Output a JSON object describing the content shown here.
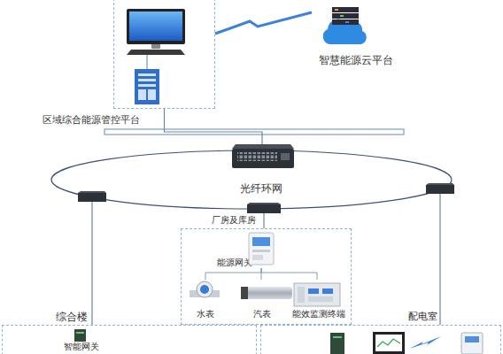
{
  "diagram": {
    "nodes": [
      {
        "text": [
          "区域综合能源管控平台"
        ]
      },
      {
        "text": [
          "智慧能源云平台"
        ]
      },
      {
        "text": [
          "光纤环网"
        ]
      },
      {
        "text": [
          "厂房及库房"
        ]
      },
      {
        "text": [
          "能源网关"
        ],
        "in": 3
      },
      {
        "text": [
          "水表"
        ],
        "in": 3
      },
      {
        "text": [
          "汽表"
        ],
        "in": 3
      },
      {
        "text": [
          "能效监测终端"
        ],
        "in": 3
      },
      {
        "text": [
          "综合楼"
        ]
      },
      {
        "text": [
          "智能网关"
        ],
        "in": 8
      },
      {
        "text": [
          "配电室"
        ]
      }
    ],
    "edges": [
      {
        "from": 0,
        "to": 1,
        "arrow": "none"
      },
      {
        "from": 0,
        "to": 2,
        "arrow": "none"
      },
      {
        "from": 2,
        "to": 3,
        "arrow": "none"
      },
      {
        "from": 4,
        "to": 5,
        "arrow": "none"
      },
      {
        "from": 4,
        "to": 6,
        "arrow": "none"
      },
      {
        "from": 4,
        "to": 7,
        "arrow": "none"
      },
      {
        "from": 2,
        "to": 8,
        "arrow": "none"
      },
      {
        "from": 2,
        "to": 10,
        "arrow": "none"
      }
    ]
  }
}
